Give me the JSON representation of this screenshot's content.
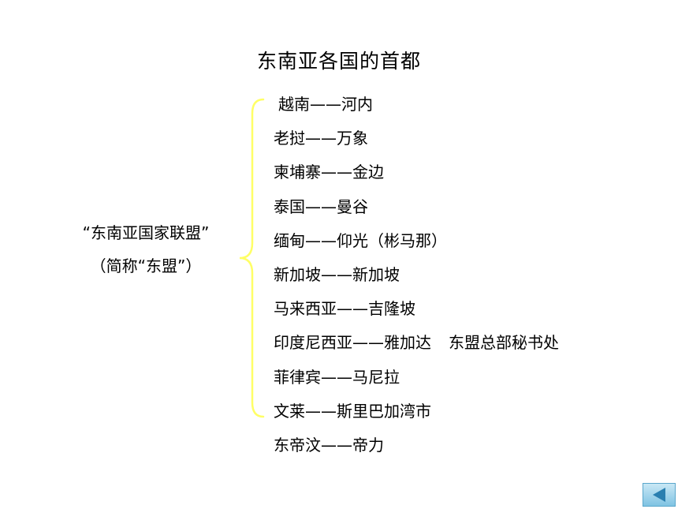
{
  "title": "东南亚各国的首都",
  "left_label": {
    "line1": "“东南亚国家联盟”",
    "line2": "（简称“东盟”）"
  },
  "capitals": [
    {
      "text": "越南——河内"
    },
    {
      "text": "老挝——万象"
    },
    {
      "text": "柬埔寨——金边"
    },
    {
      "text": "泰国——曼谷"
    },
    {
      "text": "缅甸——仰光（彬马那）"
    },
    {
      "text": "新加坡——新加坡"
    },
    {
      "text": "马来西亚——吉隆坡"
    },
    {
      "text": "印度尼西亚——雅加达",
      "note": "东盟总部秘书处"
    },
    {
      "text": "菲律宾——马尼拉"
    },
    {
      "text": "文莱——斯里巴加湾市"
    },
    {
      "text": "东帝汶——帝力"
    }
  ],
  "colors": {
    "brace": "#ffff66",
    "nav_button": "#9fd3ec",
    "nav_arrow": "#2a7fb0"
  },
  "nav": {
    "icon": "play-left-icon"
  }
}
